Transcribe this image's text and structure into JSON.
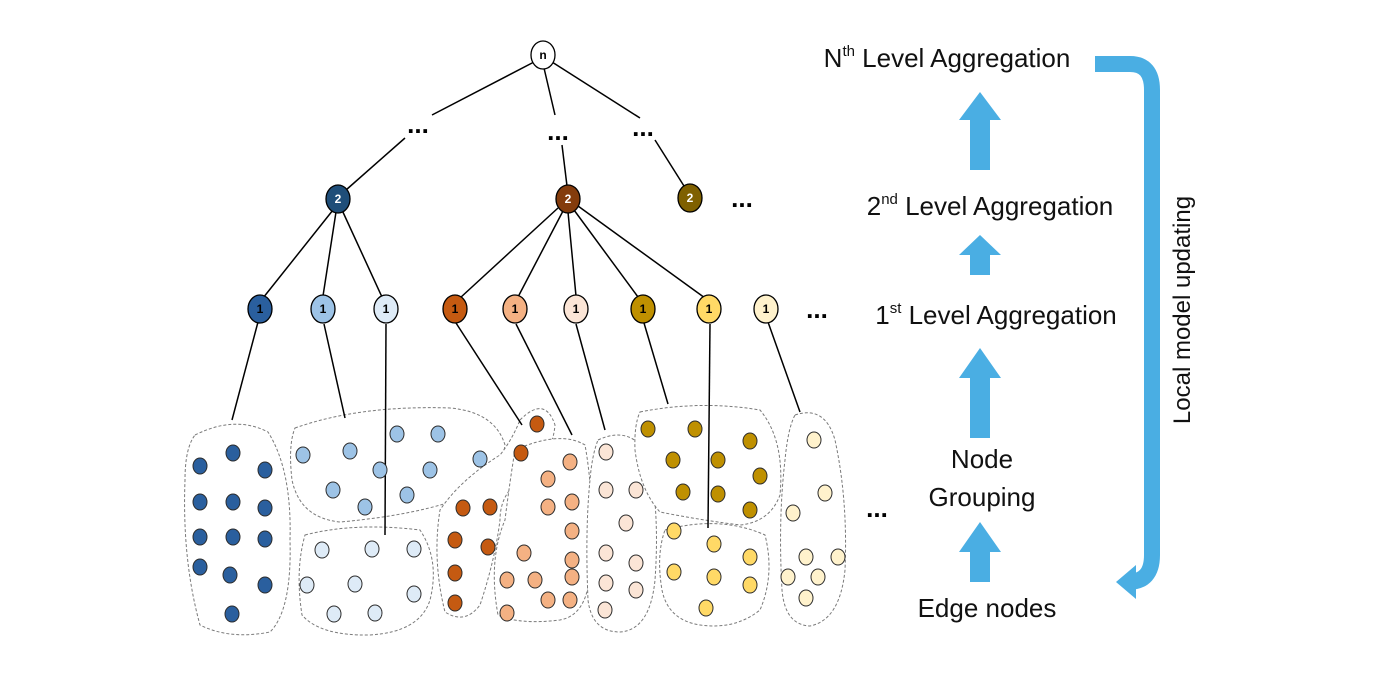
{
  "tree": {
    "root_label": "n",
    "level2_label": "2",
    "level1_label": "1",
    "ellipsis": "..."
  },
  "levels": {
    "nth": {
      "base": "N",
      "sup": "th",
      "rest": " Level Aggregation"
    },
    "second": {
      "base": "2",
      "sup": "nd",
      "rest": " Level Aggregation"
    },
    "first": {
      "base": "1",
      "sup": "st",
      "rest": " Level Aggregation"
    },
    "grouping_line1": "Node",
    "grouping_line2": "Grouping",
    "edge": "Edge nodes"
  },
  "loop_label": "Local model updating",
  "colors": {
    "arrow": "#4aaee3",
    "blue_dark": "#2a5f9e",
    "blue_mid": "#9dc3e6",
    "blue_light": "#deebf7",
    "orange_dark": "#c55a11",
    "orange_mid": "#f4b183",
    "orange_light": "#fbe5d6",
    "gold_dark": "#bf9000",
    "gold_mid": "#ffd966",
    "gold_light": "#fff2cc",
    "navy": "#1f4e79",
    "brown": "#843c0c",
    "olive": "#7f6000"
  }
}
